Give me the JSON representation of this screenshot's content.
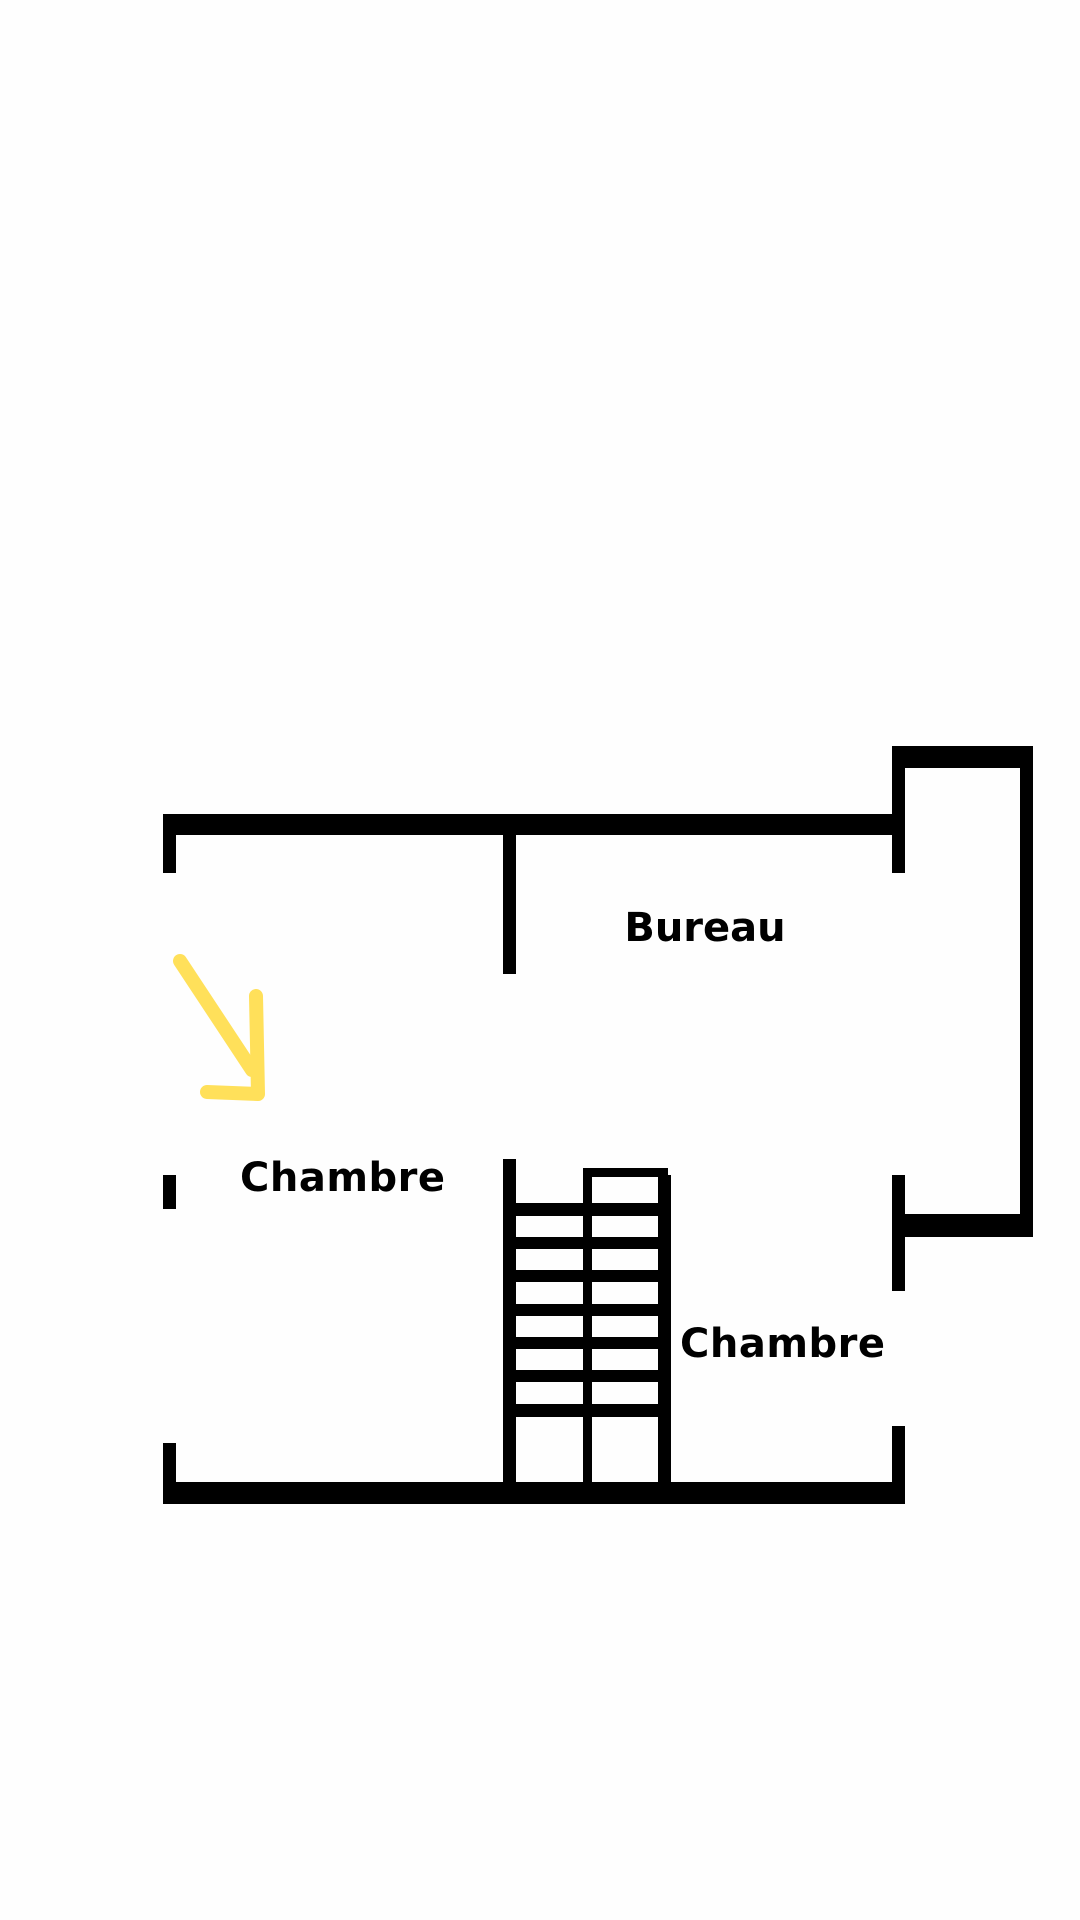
{
  "floor_plan": {
    "rooms": [
      {
        "id": "chambre-left",
        "label": "Chambre"
      },
      {
        "id": "bureau",
        "label": "Bureau"
      },
      {
        "id": "chambre-right",
        "label": "Chambre"
      }
    ],
    "colors": {
      "wall": "#000000",
      "arrow": "#FFE05A",
      "background": "#FEFEFE"
    },
    "icons": [
      "entrance-arrow-icon",
      "staircase-icon"
    ]
  }
}
